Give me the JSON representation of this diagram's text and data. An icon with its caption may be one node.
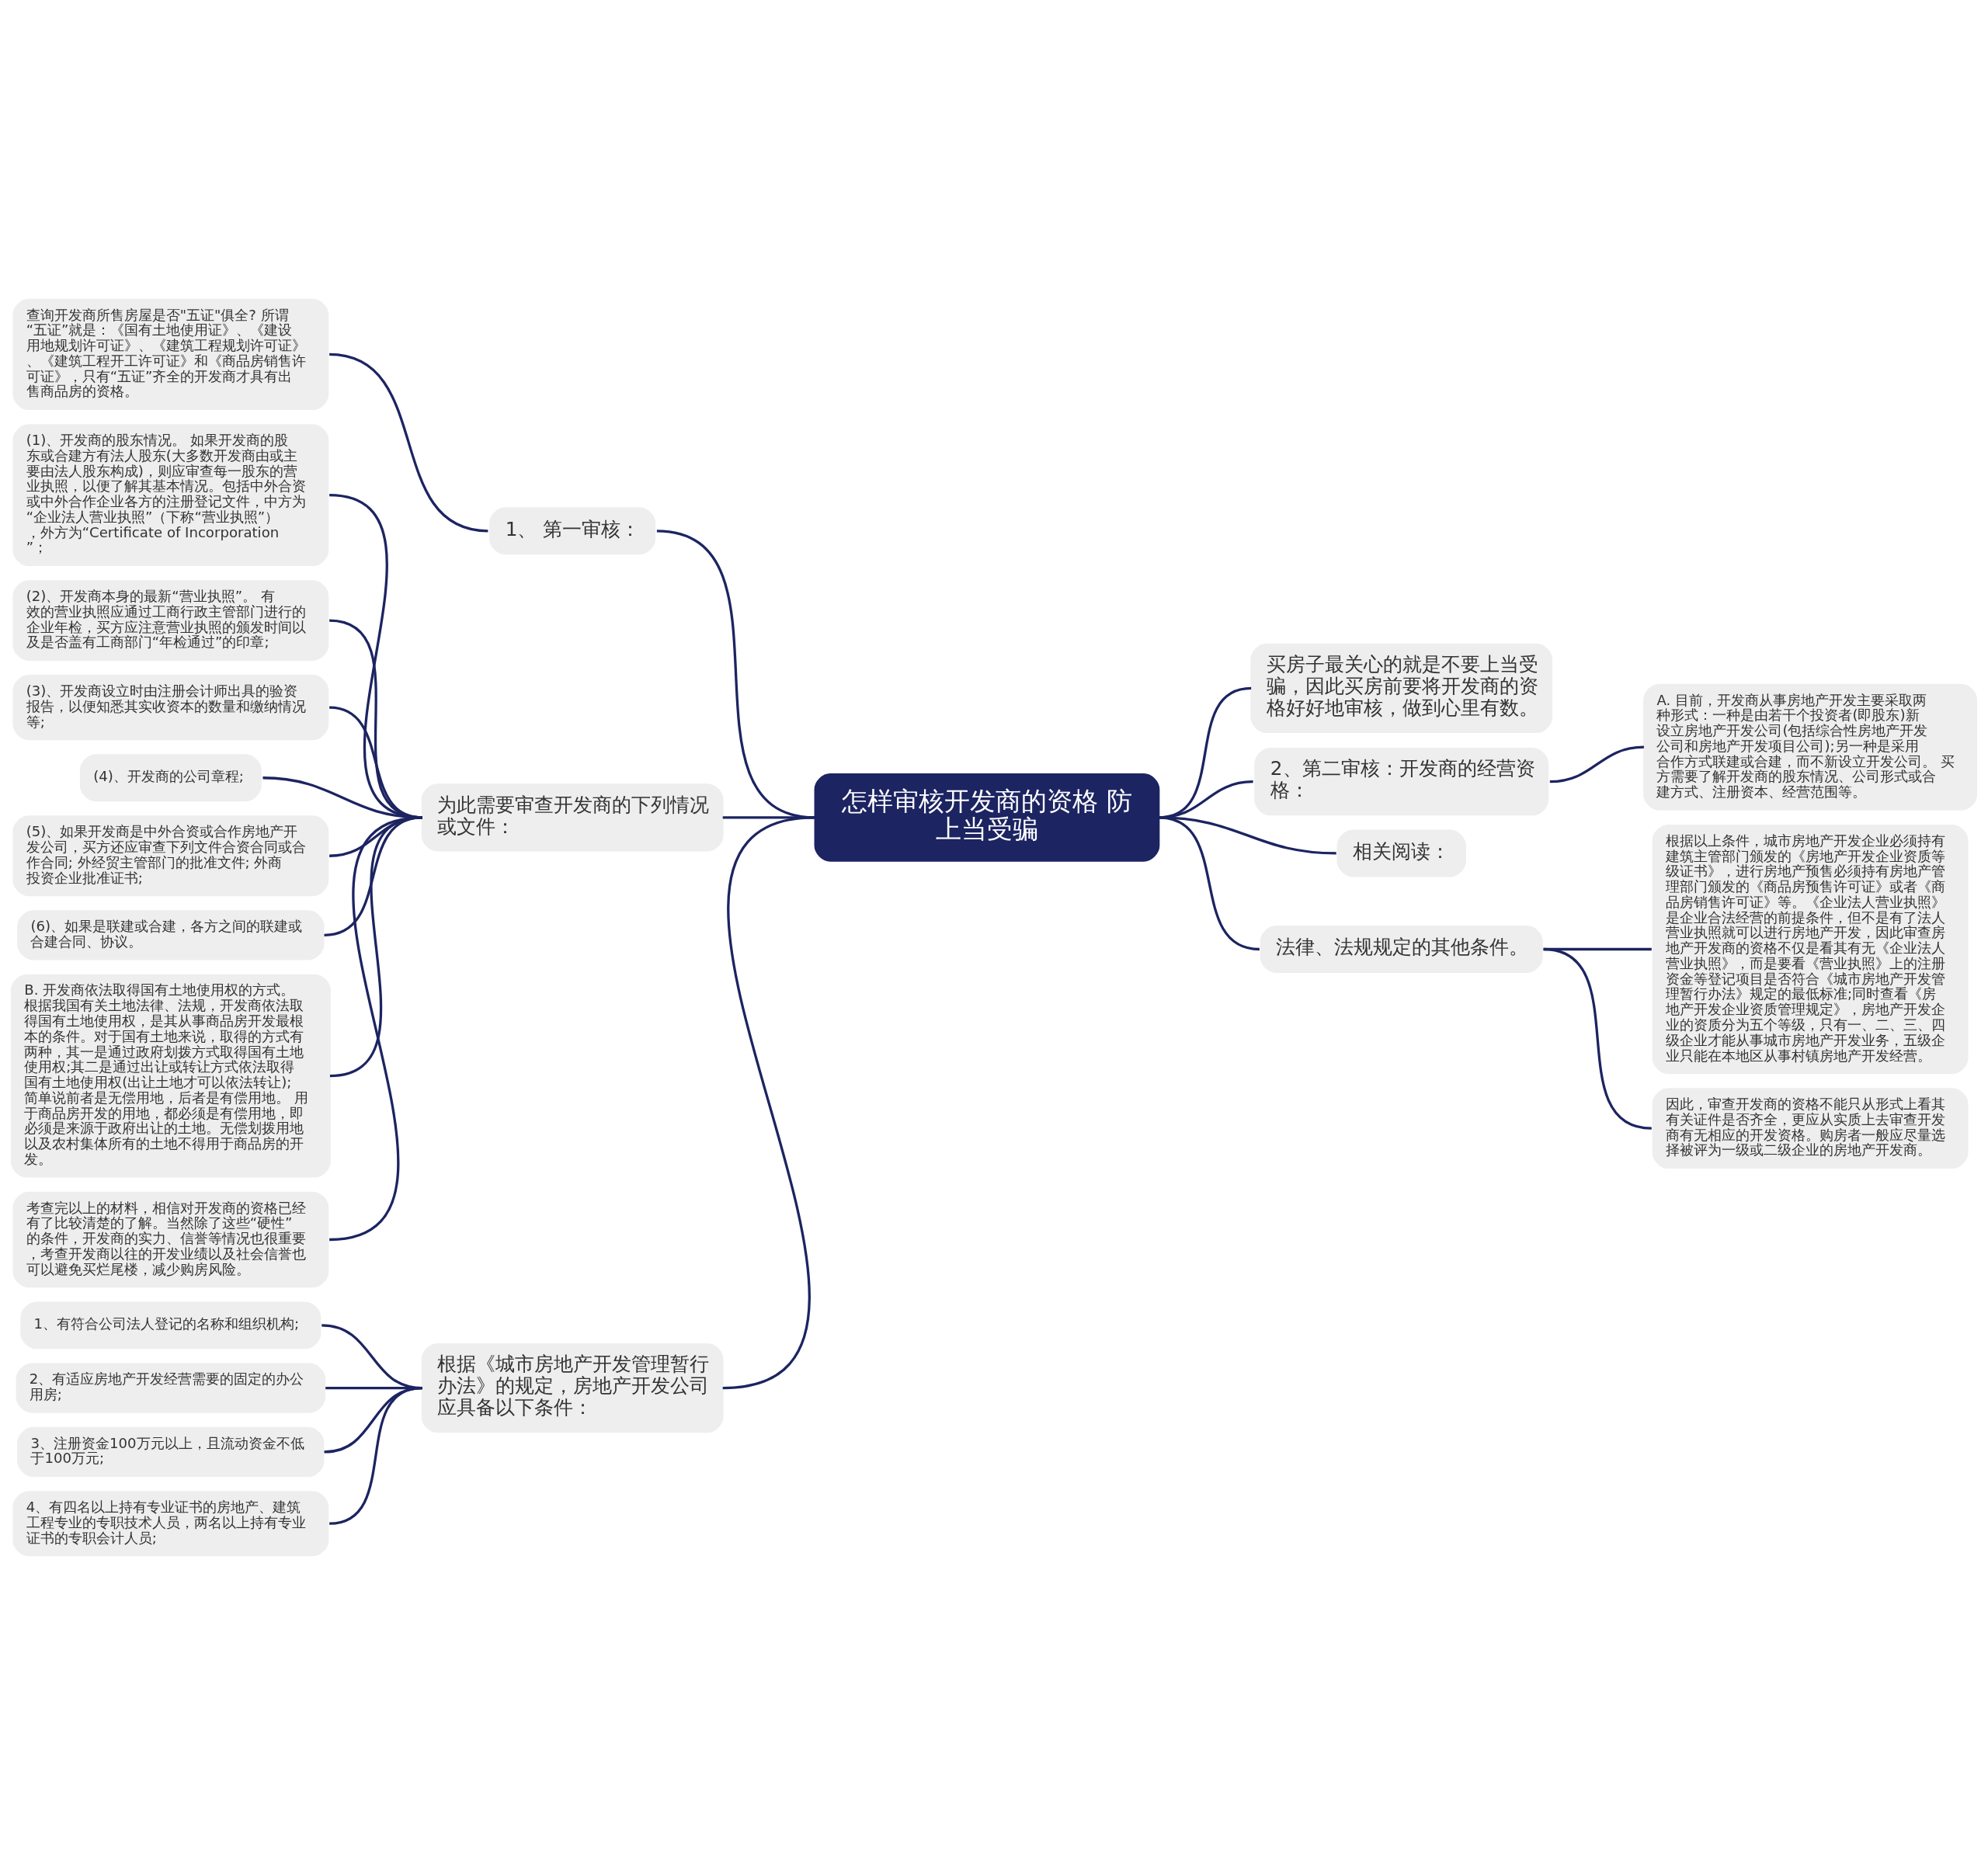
{
  "diagram": {
    "nodes": [
      {
        "text": [
          "怎样审核开发商的资格 防上当受骗"
        ]
      },
      {
        "text": [
          "1、 第一审核："
        ]
      },
      {
        "text": [
          "查询开发商所售房屋是否\"五证\"俱全? 所谓“五证”就是：《国有土地使用证》、《建设用地规划许可证》、《建筑工程规划许可证》、《建筑工程开工许可证》和《商品房销售许可证》，只有“五证”齐全的开发商才具有出售商品房的资格。"
        ]
      },
      {
        "text": [
          "为此需要审查开发商的下列情况或文件："
        ]
      },
      {
        "text": [
          "(1)、开发商的股东情况。 如果开发商的股东或合建方有法人股东(大多数开发商由或主要由法人股东构成)，则应审查每一股东的营业执照，以便了解其基本情况。包括中外合资或中外合作企业各方的注册登记文件，中方为“企业法人营业执照”（下称“营业执照”），外方为“Certificate of Incorporation”；"
        ]
      },
      {
        "text": [
          "(2)、开发商本身的最新“营业执照”。 有效的营业执照应通过工商行政主管部门进行的企业年检，买方应注意营业执照的颁发时间以及是否盖有工商部门“年检通过”的印章;"
        ]
      },
      {
        "text": [
          "(3)、开发商设立时由注册会计师出具的验资报告，以便知悉其实收资本的数量和缴纳情况等;"
        ]
      },
      {
        "text": [
          "(4)、开发商的公司章程;"
        ]
      },
      {
        "text": [
          "(5)、如果开发商是中外合资或合作房地产开发公司，买方还应审查下列文件合资合同或合作合同; 外经贸主管部门的批准文件; 外商投资企业批准证书;"
        ]
      },
      {
        "text": [
          "(6)、如果是联建或合建，各方之间的联建或合建合同、协议。"
        ]
      },
      {
        "text": [
          "B. 开发商依法取得国有土地使用权的方式。根据我国有关土地法律、法规，开发商依法取得国有土地使用权，是其从事商品房开发最根本的条件。对于国有土地来说，取得的方式有两种，其一是通过政府划拨方式取得国有土地使用权;其二是通过出让或转让方式依法取得国有土地使用权(出让土地才可以依法转让);简单说前者是无偿用地，后者是有偿用地。 用于商品房开发的用地，都必须是有偿用地，即必须是来源于政府出让的土地。无偿划拨用地以及农村集体所有的土地不得用于商品房的开发。"
        ]
      },
      {
        "text": [
          "考查完以上的材料，相信对开发商的资格已经有了比较清楚的了解。当然除了这些“硬性”的条件，开发商的实力、信誉等情况也很重要，考查开发商以往的开发业绩以及社会信誉也可以避免买烂尾楼，减少购房风险。"
        ]
      },
      {
        "text": [
          "根据《城市房地产开发管理暂行办法》的规定，房地产开发公司应具备以下条件："
        ]
      },
      {
        "text": [
          "1、有符合公司法人登记的名称和组织机构;"
        ]
      },
      {
        "text": [
          "2、有适应房地产开发经营需要的固定的办公用房;"
        ]
      },
      {
        "text": [
          "3、注册资金100万元以上，且流动资金不低于100万元;"
        ]
      },
      {
        "text": [
          "4、有四名以上持有专业证书的房地产、建筑工程专业的专职技术人员，两名以上持有专业证书的专职会计人员;"
        ]
      },
      {
        "text": [
          "买房子最关心的就是不要上当受骗，因此买房前要将开发商的资格好好地审核，做到心里有数。"
        ]
      },
      {
        "text": [
          "2、第二审核：开发商的经营资格："
        ]
      },
      {
        "text": [
          "A. 目前，开发商从事房地产开发主要采取两种形式：一种是由若干个投资者(即股东)新设立房地产开发公司(包括综合性房地产开发公司和房地产开发项目公司);另一种是采用合作方式联建或合建，而不新设立开发公司。 买方需要了解开发商的股东情况、公司形式或合建方式、注册资本、经营范围等。"
        ]
      },
      {
        "text": [
          "相关阅读："
        ]
      },
      {
        "text": [
          "法律、法规规定的其他条件。"
        ]
      },
      {
        "text": [
          "根据以上条件，城市房地产开发企业必须持有建筑主管部门颁发的《房地产开发企业资质等级证书》，进行房地产预售必须持有房地产管理部门颁发的《商品房预售许可证》或者《商品房销售许可证》等。《企业法人营业执照》是企业合法经营的前提条件，但不是有了法人营业执照就可以进行房地产开发，因此审查房地产开发商的资格不仅是看其有无《企业法人营业执照》，而是要看《营业执照》上的注册资金等登记项目是否符合《城市房地产开发管理暂行办法》规定的最低标准;同时查看《房地产开发企业资质管理规定》，房地产开发企业的资质分为五个等级，只有一、二、三、四级企业才能从事城市房地产开发业务，五级企业只能在本地区从事村镇房地产开发经营。"
        ]
      },
      {
        "text": [
          "因此，审查开发商的资格不能只从形式上看其有关证件是否齐全，更应从实质上去审查开发商有无相应的开发资格。购房者一般应尽量选择被评为一级或二级企业的房地产开发商。"
        ]
      }
    ],
    "edges": [
      {
        "from": 0,
        "to": 1,
        "arrow": "none"
      },
      {
        "from": 1,
        "to": 2,
        "arrow": "none"
      },
      {
        "from": 0,
        "to": 3,
        "arrow": "none"
      },
      {
        "from": 3,
        "to": 4,
        "arrow": "none"
      },
      {
        "from": 3,
        "to": 5,
        "arrow": "none"
      },
      {
        "from": 3,
        "to": 6,
        "arrow": "none"
      },
      {
        "from": 3,
        "to": 7,
        "arrow": "none"
      },
      {
        "from": 3,
        "to": 8,
        "arrow": "none"
      },
      {
        "from": 3,
        "to": 9,
        "arrow": "none"
      },
      {
        "from": 3,
        "to": 10,
        "arrow": "none"
      },
      {
        "from": 3,
        "to": 11,
        "arrow": "none"
      },
      {
        "from": 0,
        "to": 12,
        "arrow": "none"
      },
      {
        "from": 12,
        "to": 13,
        "arrow": "none"
      },
      {
        "from": 12,
        "to": 14,
        "arrow": "none"
      },
      {
        "from": 12,
        "to": 15,
        "arrow": "none"
      },
      {
        "from": 12,
        "to": 16,
        "arrow": "none"
      },
      {
        "from": 0,
        "to": 17,
        "arrow": "none"
      },
      {
        "from": 0,
        "to": 18,
        "arrow": "none"
      },
      {
        "from": 18,
        "to": 19,
        "arrow": "none"
      },
      {
        "from": 0,
        "to": 20,
        "arrow": "none"
      },
      {
        "from": 0,
        "to": 21,
        "arrow": "none"
      },
      {
        "from": 21,
        "to": 22,
        "arrow": "none"
      },
      {
        "from": 21,
        "to": 23,
        "arrow": "none"
      }
    ]
  }
}
